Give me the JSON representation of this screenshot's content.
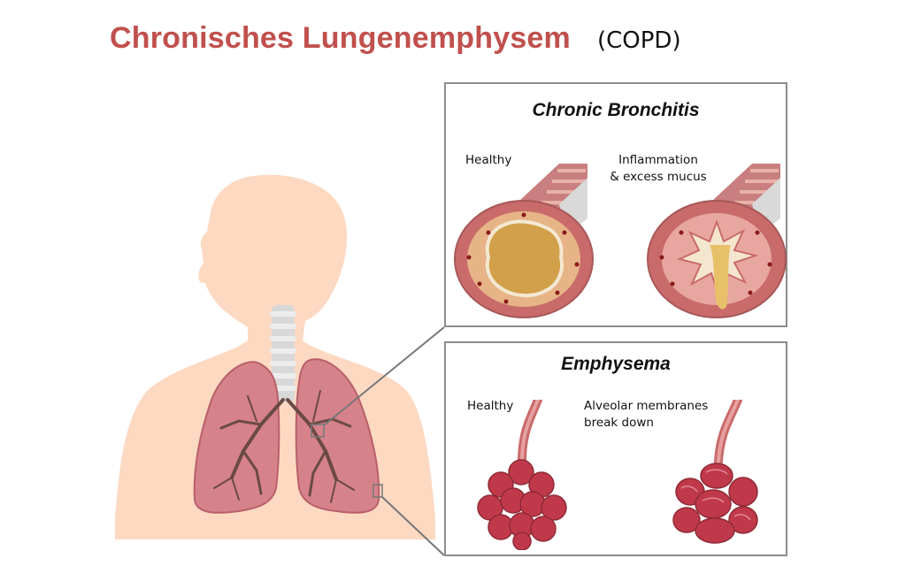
{
  "title": {
    "main": "Chronisches Lungenemphysem",
    "sub": "(COPD)"
  },
  "panels": {
    "bronchitis": {
      "title": "Chronic Bronchitis",
      "left_label": [
        "Healthy"
      ],
      "right_label": [
        "Inflammation",
        "& excess mucus"
      ]
    },
    "emphysema": {
      "title": "Emphysema",
      "left_label": [
        "Healthy"
      ],
      "right_label": [
        "Alveolar membranes",
        "break down"
      ]
    }
  },
  "colors": {
    "title": "#c0504d",
    "body_silhouette": "#fdd9c2",
    "lung": "#d6828a",
    "lung_dark": "#b9606a",
    "bronchi": "#6b4a45",
    "trachea": "#d8d8d8",
    "tissue": "#c96b6b",
    "mucus": "#e8c899",
    "lumen": "#d4a24c",
    "panel_border": "#8c8c8c"
  }
}
